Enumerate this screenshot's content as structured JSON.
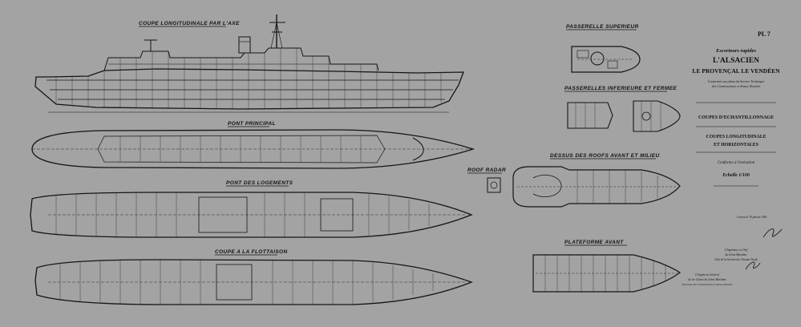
{
  "plate": {
    "number": "PL 7"
  },
  "views": {
    "longitudinal": "COUPE LONGITUDINALE PAR L'AXE",
    "main_deck": "PONT PRINCIPAL",
    "quarters_deck": "PONT DES LOGEMENTS",
    "waterline": "COUPE A LA FLOTTAISON",
    "upper_bridge": "PASSERELLE SUPERIEUR",
    "lower_bridges": "PASSERELLES INFERIEURE ET FERMEE",
    "roofs": "DESSUS DES ROOFS AVANT ET MILIEU",
    "radar_roof": "ROOF RADAR",
    "forward_platform": "PLATEFORME AVANT"
  },
  "title_block": {
    "type": "Escorteurs rapides",
    "names_line1": "L'ALSACIEN",
    "names_line2": "LE PROVENÇAL LE VENDÉEN",
    "source_line1": "Construits sur plans du Service Technique",
    "source_line2": "des Constructions et Armes Navales",
    "drawing_title": "COUPES D'ECHANTILLONNAGE",
    "drawing_sub1": "COUPES LONGITUDINALE",
    "drawing_sub2": "ET HORIZONTALES",
    "conformity": "Conforme à l'exécution",
    "scale": "Echelle 1/100",
    "date_line": "Lorient le 19 janvier 1961",
    "engineer_left_1": "L'Ingénieur Général",
    "engineer_left_2": "de 1re Classe du Génie Maritime",
    "engineer_left_3": "Directeur des Constructions et Armes Navales",
    "engineer_right_1": "L'Ingénieur en Chef",
    "engineer_right_2": "du Génie Maritime",
    "engineer_right_3": "Chef de la Section des Travaux Neufs"
  },
  "colors": {
    "paper": "#a3a3a3",
    "ink": "#151515"
  }
}
